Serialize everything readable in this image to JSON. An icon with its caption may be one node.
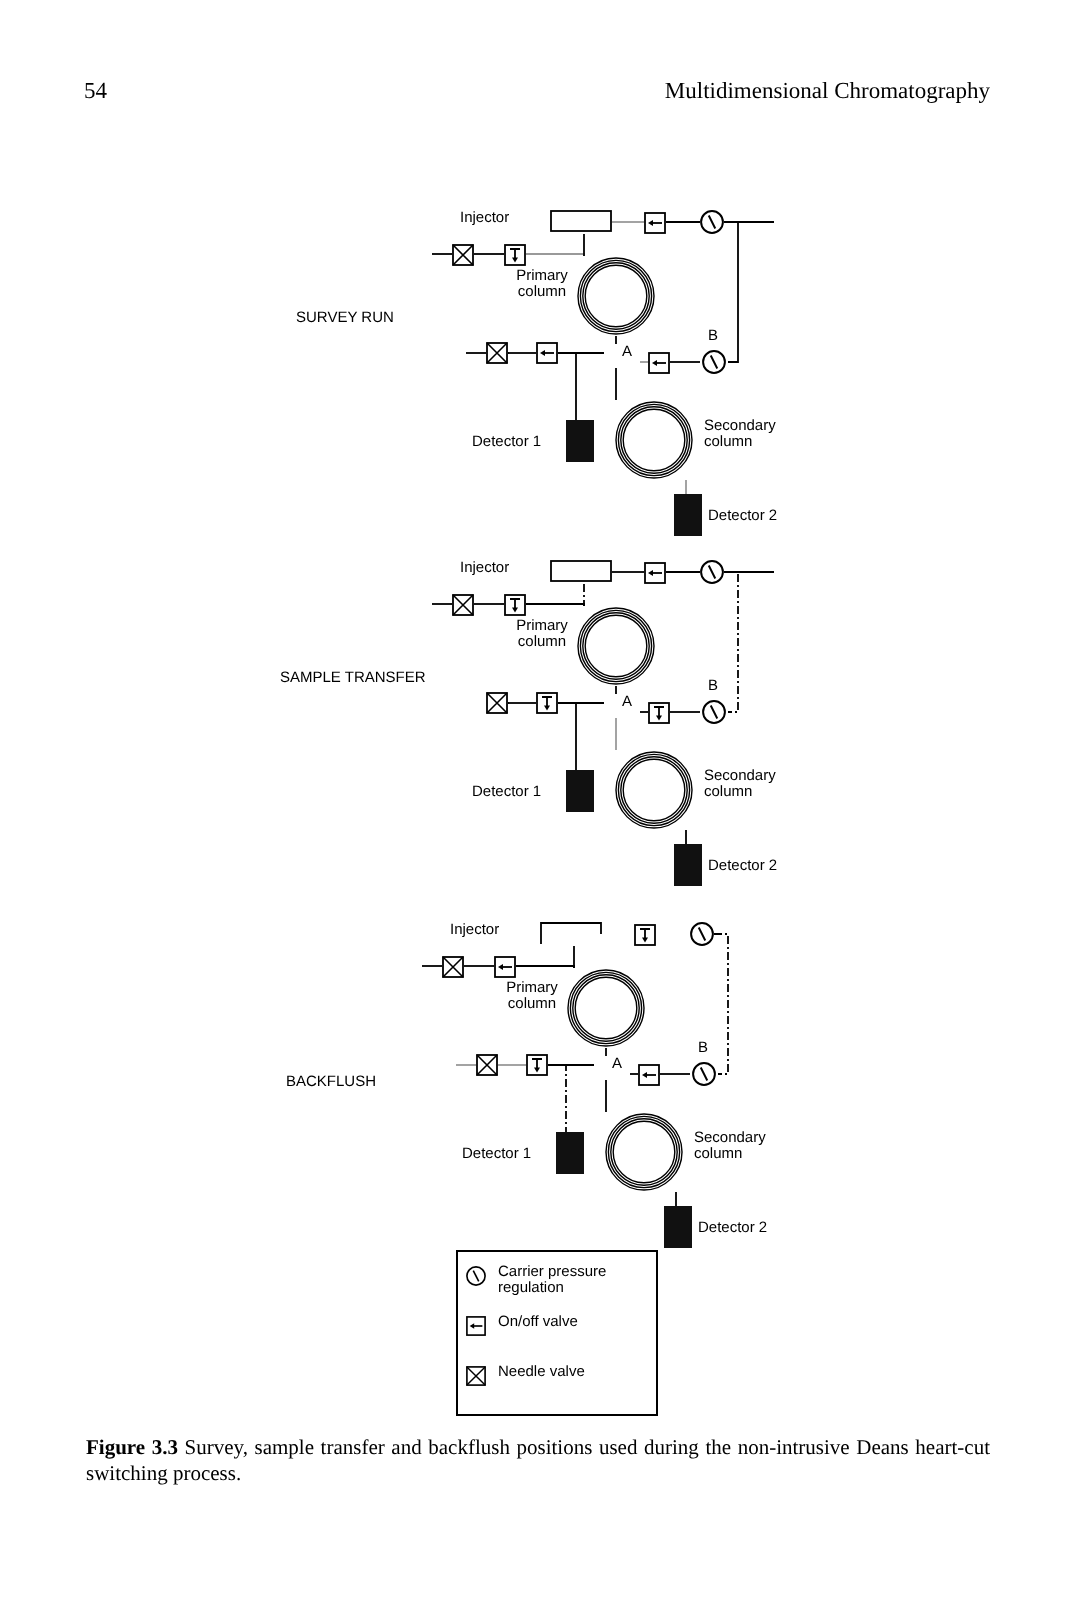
{
  "diagram": {
    "caption": "**Figure 3.3** Survey, sample transfer and backflush positions used during the non-intrusive Deans heart-cut switching process.",
    "nodes": [
      {
        "text": [
          "Injector"
        ]
      },
      {
        "text": [],
        "shape": "cross"
      },
      {
        "text": [],
        "shape": "valve-closed"
      },
      {
        "text": [],
        "shape": "valve"
      },
      {
        "text": [],
        "shape": "gauge"
      },
      {
        "text": [
          "Primary column"
        ]
      },
      {
        "text": [],
        "shape": "cross"
      },
      {
        "text": [],
        "shape": "valve"
      },
      {
        "text": [
          "A"
        ]
      },
      {
        "text": [],
        "shape": "valve"
      },
      {
        "text": [
          "B"
        ]
      },
      {
        "text": [
          "Detector 1"
        ]
      },
      {
        "text": [
          "Secondary column"
        ]
      },
      {
        "text": [
          "Detector 2"
        ]
      },
      {
        "text": [
          "Injector"
        ]
      },
      {
        "text": [],
        "shape": "cross"
      },
      {
        "text": [],
        "shape": "valve-closed"
      },
      {
        "text": [],
        "shape": "valve"
      },
      {
        "text": [],
        "shape": "gauge"
      },
      {
        "text": [
          "Primary column"
        ]
      },
      {
        "text": [],
        "shape": "cross"
      },
      {
        "text": [],
        "shape": "valve-closed"
      },
      {
        "text": [
          "A"
        ]
      },
      {
        "text": [],
        "shape": "valve-closed"
      },
      {
        "text": [
          "B"
        ]
      },
      {
        "text": [
          "Detector 1"
        ]
      },
      {
        "text": [
          "Secondary column"
        ]
      },
      {
        "text": [
          "Detector 2"
        ]
      },
      {
        "text": [
          "Injector"
        ]
      },
      {
        "text": [],
        "shape": "cross"
      },
      {
        "text": [],
        "shape": "valve"
      },
      {
        "text": [],
        "shape": "valve-closed"
      },
      {
        "text": [],
        "shape": "gauge"
      },
      {
        "text": [
          "Primary column"
        ]
      },
      {
        "text": [],
        "shape": "cross"
      },
      {
        "text": [],
        "shape": "valve-closed"
      },
      {
        "text": [
          "A"
        ]
      },
      {
        "text": [],
        "shape": "valve"
      },
      {
        "text": [
          "B"
        ]
      },
      {
        "text": [
          "Detector 1"
        ]
      },
      {
        "text": [
          "Secondary column"
        ]
      },
      {
        "text": [
          "Detector 2"
        ]
      }
    ],
    "edges": [
      {
        "from": null,
        "to": 1,
        "arrow": "none"
      },
      {
        "from": 1,
        "to": 2,
        "arrow": "none"
      },
      {
        "from": 2,
        "to": 5,
        "arrow": "none",
        "color": "#999999"
      },
      {
        "from": 0,
        "to": 5,
        "arrow": "none"
      },
      {
        "from": 0,
        "to": 3,
        "arrow": "none",
        "color": "#999999"
      },
      {
        "from": 3,
        "to": 4,
        "arrow": "none"
      },
      {
        "from": 4,
        "to": null,
        "arrow": "none"
      },
      {
        "from": 4,
        "to": 10,
        "arrow": "none"
      },
      {
        "from": 10,
        "to": 9,
        "arrow": "none"
      },
      {
        "from": 9,
        "to": 8,
        "arrow": "none",
        "color": "#999999"
      },
      {
        "from": 5,
        "to": 8,
        "arrow": "none"
      },
      {
        "from": null,
        "to": 6,
        "arrow": "none"
      },
      {
        "from": 6,
        "to": 7,
        "arrow": "none"
      },
      {
        "from": 7,
        "to": 8,
        "arrow": "none"
      },
      {
        "from": 7,
        "to": 11,
        "arrow": "none"
      },
      {
        "from": 8,
        "to": 12,
        "arrow": "none"
      },
      {
        "from": 12,
        "to": 13,
        "arrow": "none",
        "color": "#999999"
      },
      {
        "from": null,
        "to": 15,
        "arrow": "none"
      },
      {
        "from": 15,
        "to": 16,
        "arrow": "none"
      },
      {
        "from": 16,
        "to": 19,
        "arrow": "none"
      },
      {
        "from": 14,
        "to": 19,
        "arrow": "none",
        "style": "dashed"
      },
      {
        "from": 14,
        "to": 17,
        "arrow": "none"
      },
      {
        "from": 17,
        "to": 18,
        "arrow": "none"
      },
      {
        "from": 18,
        "to": null,
        "arrow": "none"
      },
      {
        "from": 18,
        "to": 24,
        "arrow": "none",
        "style": "dashed"
      },
      {
        "from": 24,
        "to": 23,
        "arrow": "none"
      },
      {
        "from": 23,
        "to": 22,
        "arrow": "none"
      },
      {
        "from": 19,
        "to": 22,
        "arrow": "none"
      },
      {
        "from": 20,
        "to": 21,
        "arrow": "none"
      },
      {
        "from": 21,
        "to": 22,
        "arrow": "none"
      },
      {
        "from": 21,
        "to": 25,
        "arrow": "none"
      },
      {
        "from": 22,
        "to": 26,
        "arrow": "none",
        "color": "#999999"
      },
      {
        "from": 26,
        "to": 27,
        "arrow": "none"
      },
      {
        "from": null,
        "to": 29,
        "arrow": "none"
      },
      {
        "from": 29,
        "to": 30,
        "arrow": "none"
      },
      {
        "from": 30,
        "to": 33,
        "arrow": "none"
      },
      {
        "from": 28,
        "to": 33,
        "arrow": "none"
      },
      {
        "from": 32,
        "to": 38,
        "arrow": "none",
        "style": "dashed"
      },
      {
        "from": 38,
        "to": 37,
        "arrow": "none"
      },
      {
        "from": 37,
        "to": 36,
        "arrow": "none"
      },
      {
        "from": 33,
        "to": 36,
        "arrow": "none"
      },
      {
        "from": null,
        "to": 34,
        "arrow": "none",
        "color": "#999999"
      },
      {
        "from": 34,
        "to": 35,
        "arrow": "none",
        "color": "#999999"
      },
      {
        "from": 35,
        "to": 36,
        "arrow": "none"
      },
      {
        "from": 35,
        "to": 39,
        "arrow": "none",
        "style": "dashed"
      },
      {
        "from": 36,
        "to": 40,
        "arrow": "none"
      },
      {
        "from": 40,
        "to": 41,
        "arrow": "none"
      }
    ],
    "labels": [
      "54",
      "Multidimensional Chromatography",
      "SURVEY RUN",
      "SAMPLE TRANSFER",
      "BACKFLUSH"
    ],
    "legend": [
      {
        "text": "Carrier pressure regulation"
      },
      {
        "text": "On/off valve"
      },
      {
        "text": "Needle valve"
      }
    ]
  }
}
